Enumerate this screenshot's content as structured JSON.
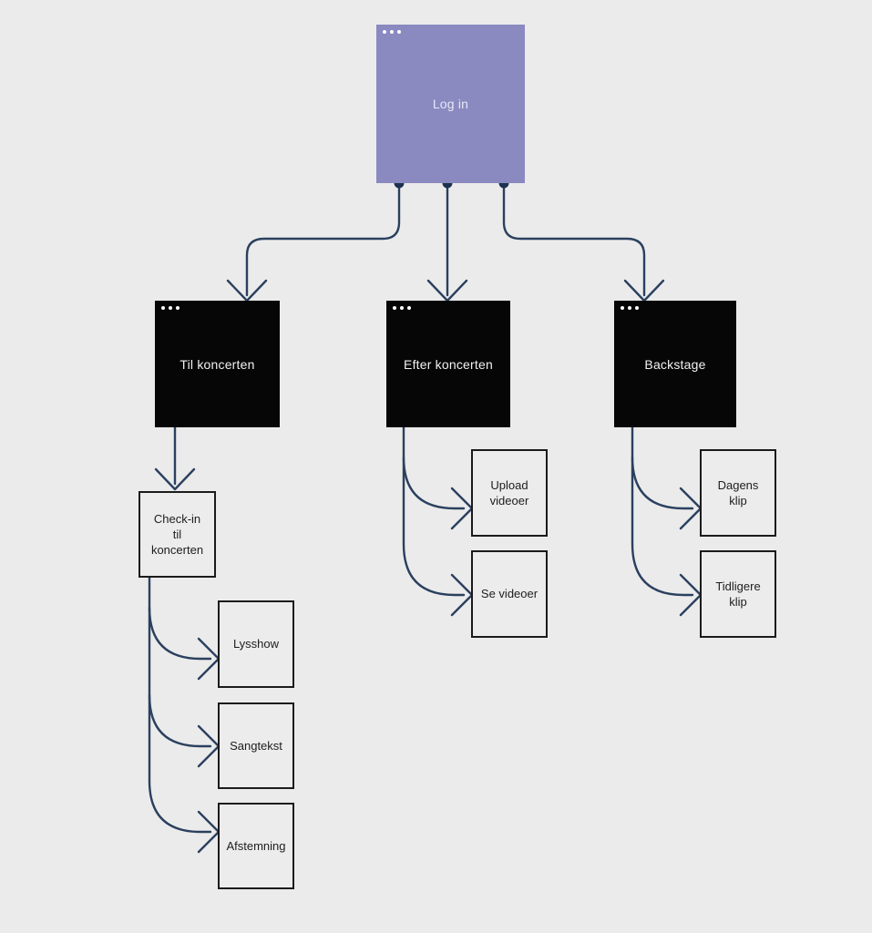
{
  "canvas": {
    "background": "#ebebeb"
  },
  "colors": {
    "login_node_fill": "#8a89c0",
    "black_node_fill": "#060606",
    "connector": "#2b405f",
    "port_dot": "#1d3150",
    "box_border": "#1b1b1b"
  },
  "nodes": {
    "login": {
      "label": "Log in",
      "type": "window"
    },
    "til_koncerten": {
      "label": "Til koncerten",
      "type": "window"
    },
    "efter_koncerten": {
      "label": "Efter koncerten",
      "type": "window"
    },
    "backstage": {
      "label": "Backstage",
      "type": "window"
    },
    "check_in": {
      "label": "Check-in\ntil\nkoncerten",
      "type": "box"
    },
    "lysshow": {
      "label": "Lysshow",
      "type": "box"
    },
    "sangtekst": {
      "label": "Sangtekst",
      "type": "box"
    },
    "afstemning": {
      "label": "Afstemning",
      "type": "box"
    },
    "upload_videoer": {
      "label": "Upload\nvideoer",
      "type": "box"
    },
    "se_videoer": {
      "label": "Se videoer",
      "type": "box"
    },
    "dagens_klip": {
      "label": "Dagens\nklip",
      "type": "box"
    },
    "tidligere_klip": {
      "label": "Tidligere\nklip",
      "type": "box"
    }
  },
  "edges": [
    {
      "from": "login",
      "to": "til_koncerten"
    },
    {
      "from": "login",
      "to": "efter_koncerten"
    },
    {
      "from": "login",
      "to": "backstage"
    },
    {
      "from": "til_koncerten",
      "to": "check_in"
    },
    {
      "from": "check_in",
      "to": "lysshow"
    },
    {
      "from": "check_in",
      "to": "sangtekst"
    },
    {
      "from": "check_in",
      "to": "afstemning"
    },
    {
      "from": "efter_koncerten",
      "to": "upload_videoer"
    },
    {
      "from": "efter_koncerten",
      "to": "se_videoer"
    },
    {
      "from": "backstage",
      "to": "dagens_klip"
    },
    {
      "from": "backstage",
      "to": "tidligere_klip"
    }
  ]
}
